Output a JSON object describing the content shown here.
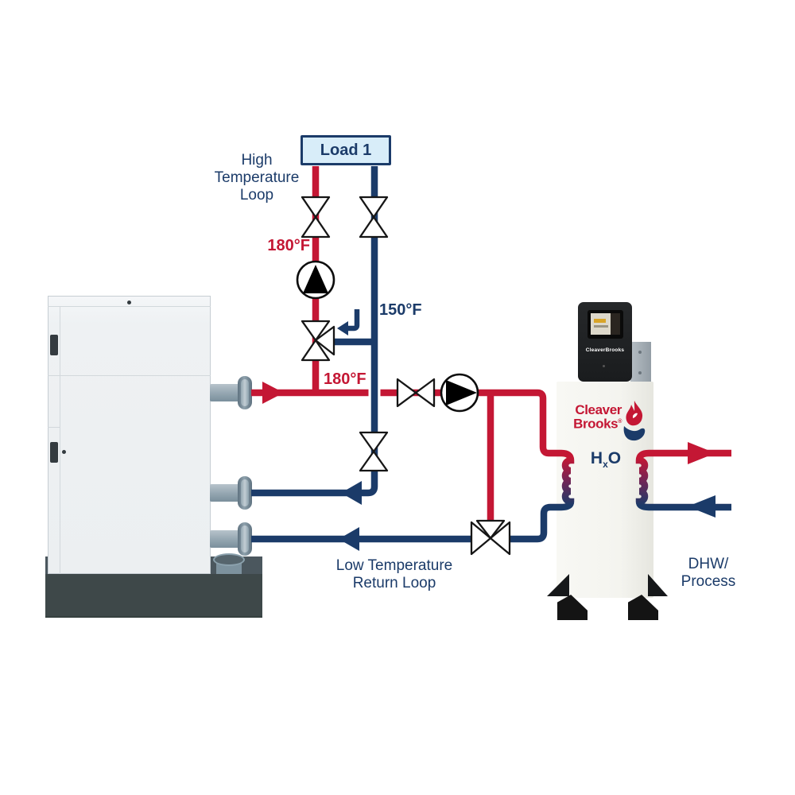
{
  "load_box": {
    "label": "Load 1"
  },
  "labels": {
    "high_temp_loop": [
      "High",
      "Temperature",
      "Loop"
    ],
    "temp_180_loop": "180°F",
    "temp_150_return": "150°F",
    "temp_180_supply": "180°F",
    "low_temp_return": [
      "Low Temperature",
      "Return Loop"
    ],
    "dhw_process": [
      "DHW/",
      "Process"
    ]
  },
  "heat_exchanger": {
    "brand": [
      "Cleaver",
      "Brooks"
    ],
    "reg": "®",
    "model": {
      "h": "H",
      "x": "x",
      "o": "O"
    },
    "panel_brand": "CleaverBrooks"
  },
  "colors": {
    "supply_red": "#c41734",
    "return_navy": "#1b3b69",
    "load_box_fill": "#d8edf9"
  },
  "symbols": {
    "pump-icon": "circle-with-flow-triangle",
    "shutoff-valve-icon": "bowtie-hourglass",
    "three-way-valve-icon": "triple-triangle",
    "flow-arrow-icon": "solid-triangle",
    "hx-coil-icon": "spring-coil-gradient"
  }
}
